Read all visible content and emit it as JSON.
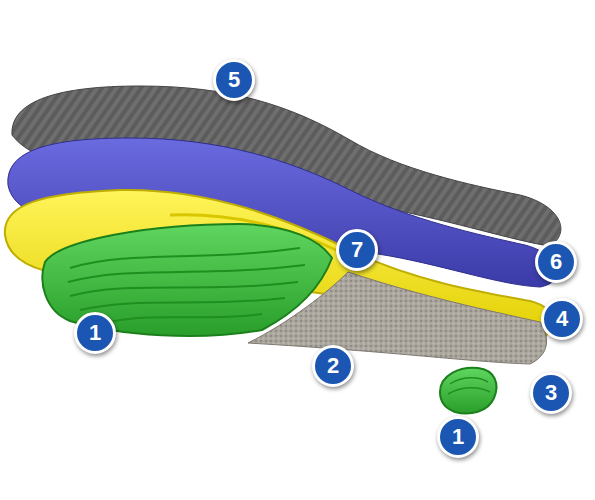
{
  "diagram": {
    "labels": [
      "5",
      "7",
      "6",
      "4",
      "1",
      "2",
      "3",
      "1"
    ]
  }
}
